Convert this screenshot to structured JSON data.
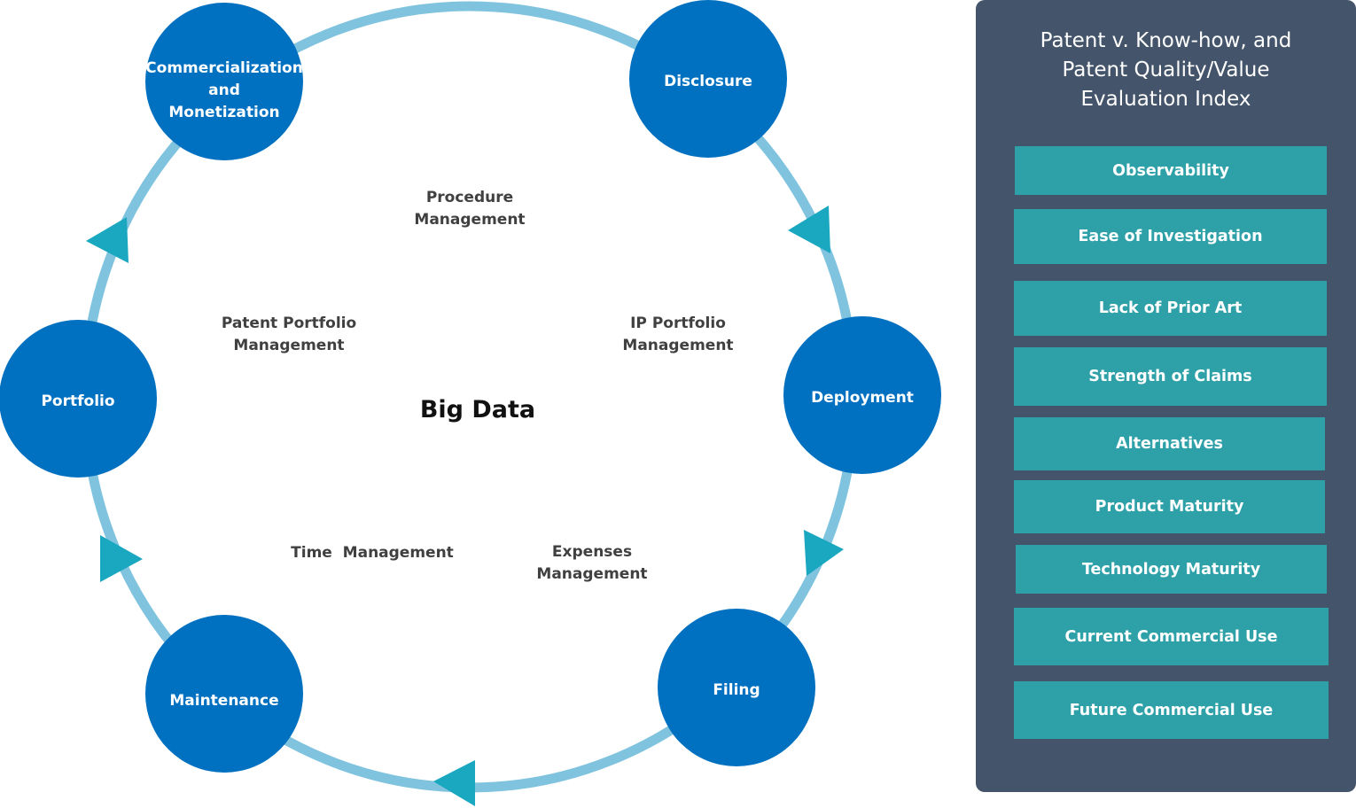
{
  "diagram": {
    "center_label": "Big Data",
    "stages": [
      {
        "id": "disclosure",
        "label": [
          "Disclosure"
        ]
      },
      {
        "id": "deployment",
        "label": [
          "Deployment"
        ]
      },
      {
        "id": "filing",
        "label": [
          "Filing"
        ]
      },
      {
        "id": "maintenance",
        "label": [
          "Maintenance"
        ]
      },
      {
        "id": "portfolio",
        "label": [
          "Portfolio"
        ]
      },
      {
        "id": "commercialization",
        "label": [
          "Commercialization",
          "and",
          "Monetization"
        ]
      }
    ],
    "management_areas": [
      {
        "id": "procedure",
        "label": [
          "Procedure",
          "Management"
        ]
      },
      {
        "id": "ip-portfolio",
        "label": [
          "IP Portfolio",
          "Management"
        ]
      },
      {
        "id": "patent-portfolio",
        "label": [
          "Patent Portfolio",
          "Management"
        ]
      },
      {
        "id": "time",
        "label": [
          "Time  Management"
        ]
      },
      {
        "id": "expenses",
        "label": [
          "Expenses",
          "Management"
        ]
      }
    ],
    "colors": {
      "ring": "#7fc3df",
      "stage_fill": "#0070c0",
      "arrow": "#1aa7c0",
      "stage_text": "#ffffff",
      "area_text": "#404040"
    }
  },
  "index_panel": {
    "title": [
      "Patent v. Know-how, and",
      "Patent Quality/Value",
      "Evaluation Index"
    ],
    "items": [
      "Observability",
      "Ease of Investigation",
      "Lack of Prior Art",
      "Strength of Claims",
      "Alternatives",
      "Product Maturity",
      "Technology Maturity",
      "Current Commercial Use",
      "Future Commercial Use"
    ],
    "colors": {
      "panel": "#44546a",
      "item": "#2da0a8",
      "text": "#ffffff"
    }
  }
}
